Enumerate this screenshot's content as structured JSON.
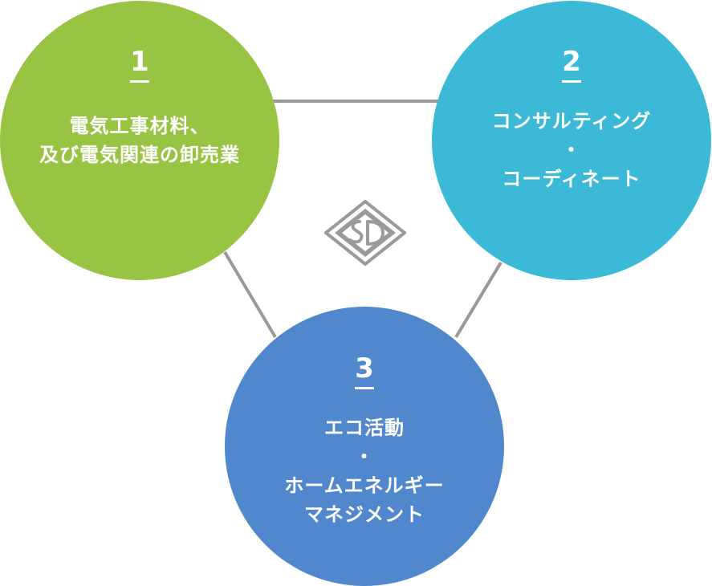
{
  "colors": {
    "circle_1": "#99c443",
    "circle_2": "#3bb9d6",
    "circle_3": "#5087cd",
    "connector": "#999999",
    "logo": "#999999"
  },
  "items": [
    {
      "number": "1",
      "lines": [
        "電気工事材料、",
        "及び電気関連の卸売業"
      ]
    },
    {
      "number": "2",
      "lines": [
        "コンサルティング",
        "・",
        "コーディネート"
      ]
    },
    {
      "number": "3",
      "lines": [
        "エコ活動",
        "・",
        "ホームエネルギー",
        "マネジメント"
      ]
    }
  ],
  "logo": {
    "icon": "sd-diamond-logo",
    "text": "SD"
  }
}
